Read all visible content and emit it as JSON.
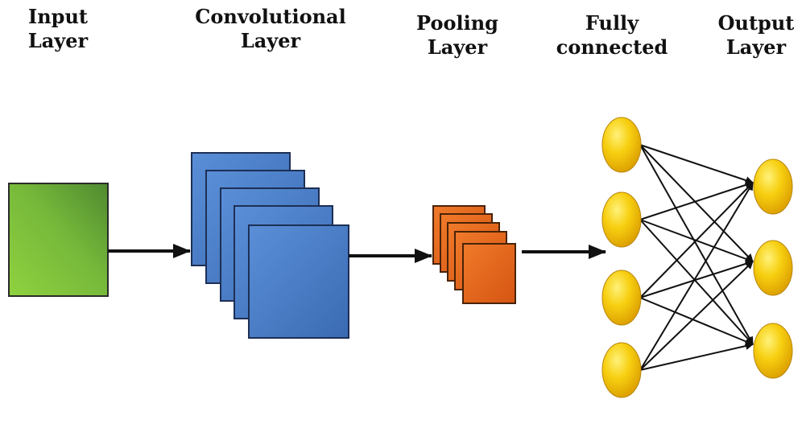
{
  "labels": {
    "input": {
      "line1": "Input",
      "line2": "Layer"
    },
    "conv": {
      "line1": "Convolutional",
      "line2": "Layer"
    },
    "pool": {
      "line1": "Pooling",
      "line2": "Layer"
    },
    "fc": {
      "line1": "Fully",
      "line2": "connected"
    },
    "output": {
      "line1": "Output",
      "line2": "Layer"
    }
  },
  "colors": {
    "input_fill": "#7fbf3a",
    "conv_fill": "#4a7fc8",
    "pool_fill": "#e2641c",
    "node_fill": "#f2c200",
    "arrow": "#111111"
  },
  "counts": {
    "conv_maps": 5,
    "pool_maps": 5,
    "fc_nodes": 4,
    "output_nodes": 3
  }
}
